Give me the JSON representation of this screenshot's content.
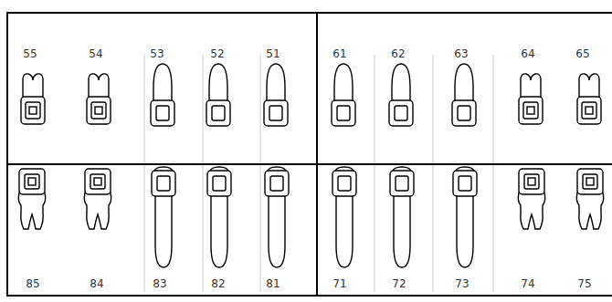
{
  "diagram": {
    "labels": [
      "55",
      "54",
      "53",
      "52",
      "51",
      "61",
      "62",
      "63",
      "64",
      "65",
      "85",
      "84",
      "83",
      "82",
      "81",
      "71",
      "72",
      "73",
      "74",
      "75"
    ]
  }
}
